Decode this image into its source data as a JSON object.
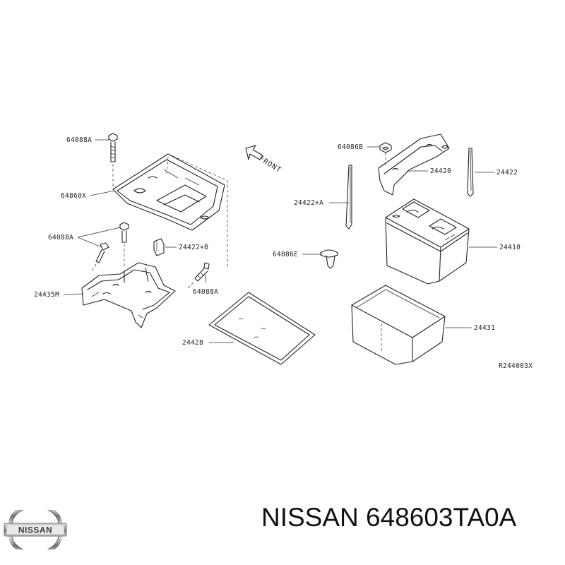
{
  "labels": {
    "bolt_top_left": "64088A",
    "cover": "64860X",
    "bolt_mid_left": "64088A",
    "rod_small": "24422+B",
    "bracket": "24435M",
    "bolt_lower": "64088A",
    "tray": "24428",
    "nut_right": "64086B",
    "clamp": "24420",
    "rod_right": "24422",
    "rod_left": "24422+A",
    "clip": "64086E",
    "battery": "24410",
    "battery_case": "24431",
    "diagram_code": "R244003X"
  },
  "front_arrow": {
    "text": "FRONT"
  },
  "logo": {
    "text": "NISSAN"
  },
  "title": "NISSAN 648603TA0A"
}
